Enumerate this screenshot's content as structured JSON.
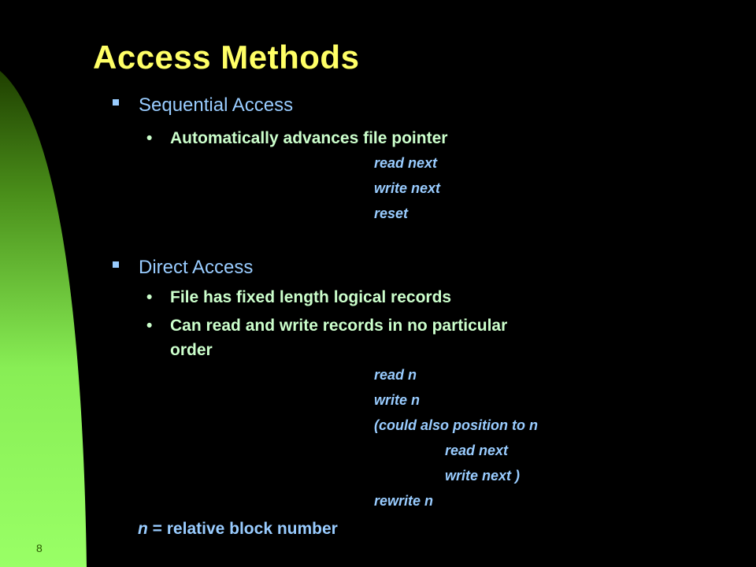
{
  "slide": {
    "title": "Access Methods",
    "page_number": "8",
    "bullet_char": "•",
    "sections": [
      {
        "heading": "Sequential Access",
        "points": [
          "Automatically advances file pointer"
        ],
        "commands": [
          "read next",
          "write next",
          "reset"
        ]
      },
      {
        "heading": "Direct Access",
        "points": [
          "File has fixed length logical records",
          "Can read and write records in no particular",
          "order"
        ],
        "commands": [
          "read n",
          "write n",
          " (could also position to n",
          "read next",
          "write next )",
          "rewrite n"
        ]
      }
    ],
    "footnote": {
      "var": "n",
      "text": " = relative block number"
    }
  },
  "colors": {
    "background": "#000000",
    "title": "#ffff66",
    "heading": "#99ccff",
    "sub_bullet": "#ccffcc",
    "command": "#99ccff",
    "swoosh_light": "#99ff66",
    "swoosh_dark": "#1f3f00"
  }
}
